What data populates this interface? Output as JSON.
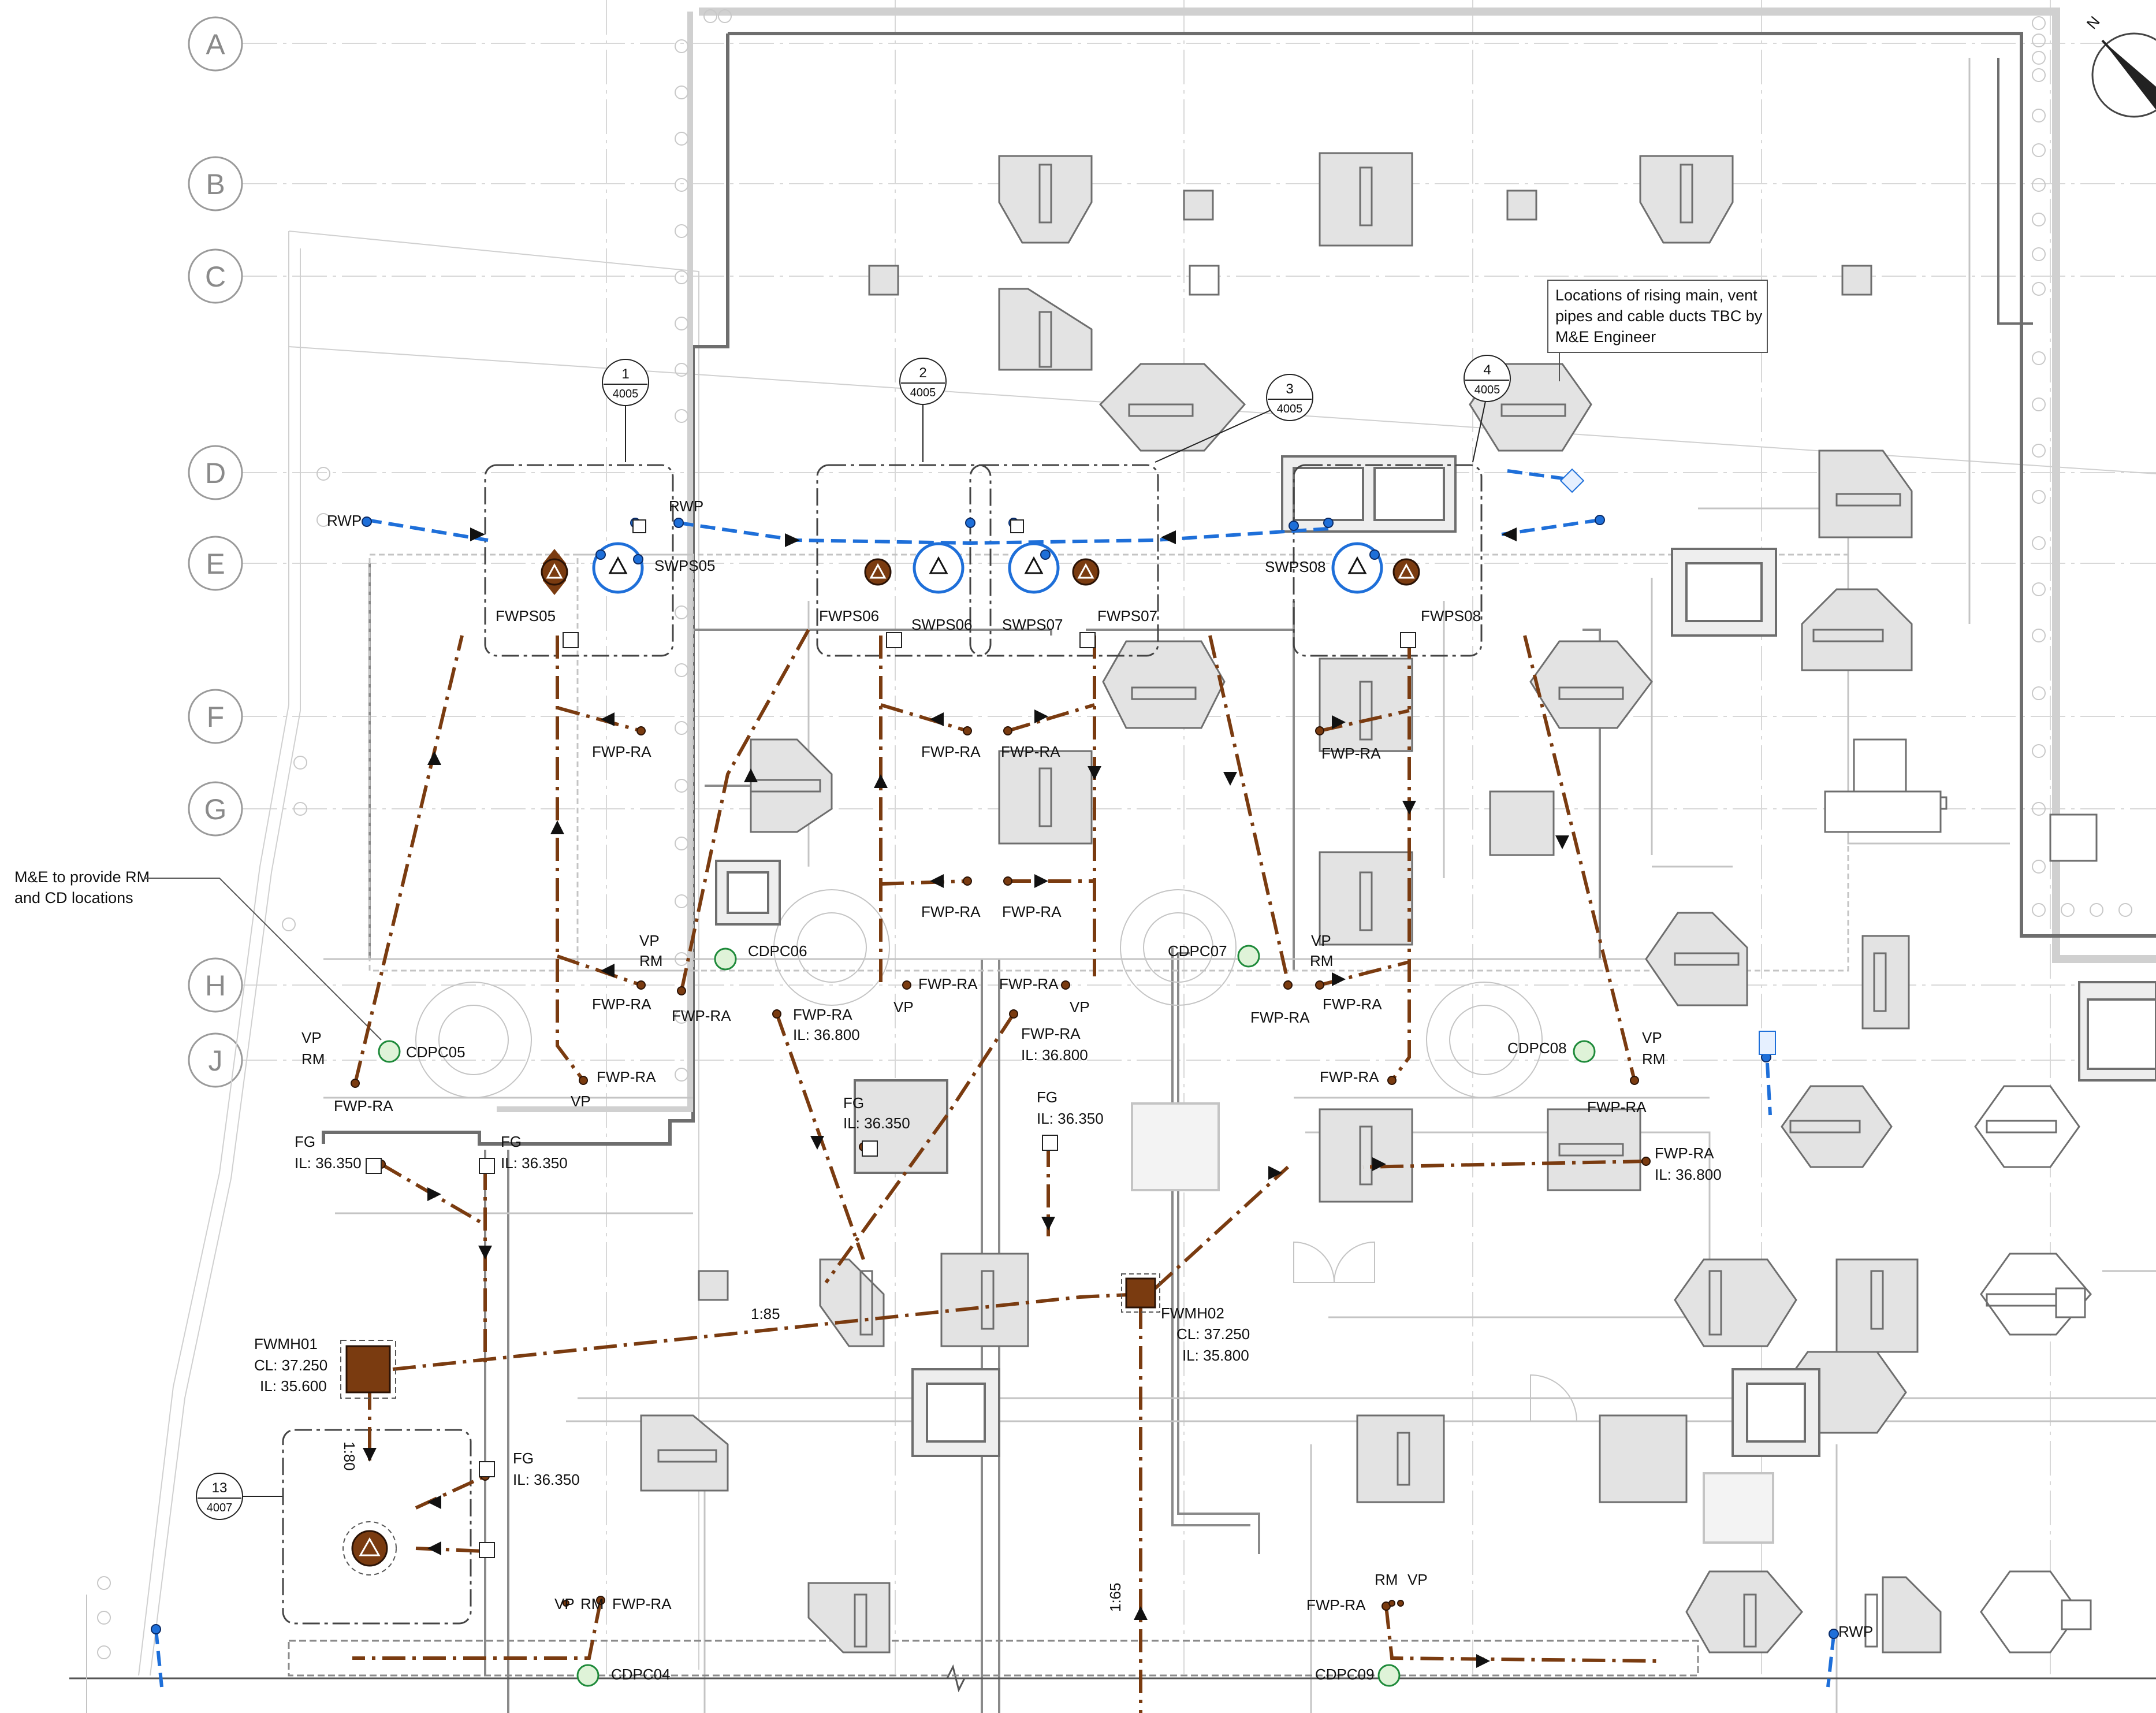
{
  "grid_rows": [
    "A",
    "B",
    "C",
    "D",
    "E",
    "F",
    "G",
    "H",
    "J"
  ],
  "section_markers": [
    {
      "num": "1",
      "sheet": "4005"
    },
    {
      "num": "2",
      "sheet": "4005"
    },
    {
      "num": "3",
      "sheet": "4005"
    },
    {
      "num": "4",
      "sheet": "4005"
    },
    {
      "num": "13",
      "sheet": "4007"
    }
  ],
  "notes": {
    "rising_main": [
      "Locations of rising main, vent",
      "pipes and cable ducts TBC by",
      "M&E Engineer"
    ],
    "mande": [
      "M&E to provide RM",
      "and CD locations"
    ]
  },
  "pump_stations": {
    "fwps05": "FWPS05",
    "swps05": "SWPS05",
    "fwps06": "FWPS06",
    "swps06": "SWPS06",
    "swps07": "SWPS07",
    "fwps07": "FWPS07",
    "swps08": "SWPS08",
    "fwps08": "FWPS08"
  },
  "labels": {
    "rwp": "RWP",
    "fwp_ra": "FWP-RA",
    "vp": "VP",
    "rm": "RM",
    "fg": "FG",
    "il_36350": "IL: 36.350",
    "il_36800": "IL: 36.800",
    "cdpc04": "CDPC04",
    "cdpc05": "CDPC05",
    "cdpc06": "CDPC06",
    "cdpc07": "CDPC07",
    "cdpc08": "CDPC08",
    "cdpc09": "CDPC09"
  },
  "manholes": {
    "fwmh01": {
      "name": "FWMH01",
      "cl": "CL: 37.250",
      "il": "IL: 35.600"
    },
    "fwmh02": {
      "name": "FWMH02",
      "cl": "CL: 37.250",
      "il": "IL: 35.800"
    }
  },
  "gradients": {
    "g185": "1:85",
    "g180": "1:80",
    "g165": "1:65"
  },
  "north": "N",
  "colors": {
    "foul": "#7a3b10",
    "surface": "#1e6fd9",
    "wall": "#6e6e6e",
    "light": "#c4c4c4",
    "column_fill": "#e3e3e3"
  }
}
